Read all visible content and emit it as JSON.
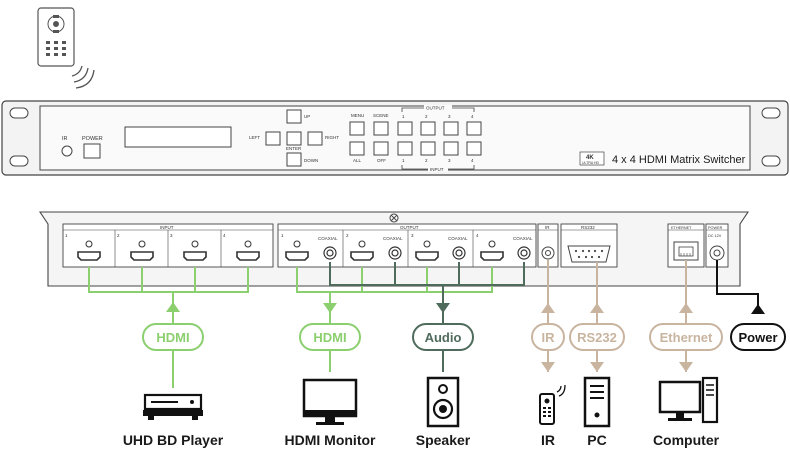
{
  "colors": {
    "hdmi_green": "#8ccf6f",
    "audio_green": "#4f6b5c",
    "ir_tan": "#c9b49f",
    "power_black": "#111111",
    "panel_gray": "#f2f2f2"
  },
  "front_panel": {
    "ir": "IR",
    "power": "POWER",
    "up": "UP",
    "left": "LEFT",
    "right": "RIGHT",
    "enter": "ENTER",
    "down": "DOWN",
    "menu": "MENU",
    "scene": "SCENE",
    "all": "ALL",
    "off": "OFF",
    "output": "OUTPUT",
    "input": "INPUT",
    "nums": [
      "1",
      "2",
      "3",
      "4"
    ],
    "badge_main": "4K",
    "badge_sub": "ULTRA HD",
    "model": "4 x 4 HDMI Matrix Switcher"
  },
  "rear_panel": {
    "input": "INPUT",
    "output": "OUTPUT",
    "coaxial": "COAXIAL",
    "ir": "IR",
    "rs232": "RS232",
    "ethernet": "ETHERNET",
    "power": "POWER",
    "dc": "DC 12V",
    "nums": [
      "1",
      "2",
      "3",
      "4"
    ]
  },
  "connections": {
    "hdmi_in": "HDMI",
    "hdmi_out": "HDMI",
    "audio": "Audio",
    "ir": "IR",
    "rs232": "RS232",
    "ethernet": "Ethernet",
    "power": "Power"
  },
  "devices": {
    "player": "UHD BD Player",
    "monitor": "HDMI Monitor",
    "speaker": "Speaker",
    "ir": "IR",
    "pc": "PC",
    "computer": "Computer"
  }
}
